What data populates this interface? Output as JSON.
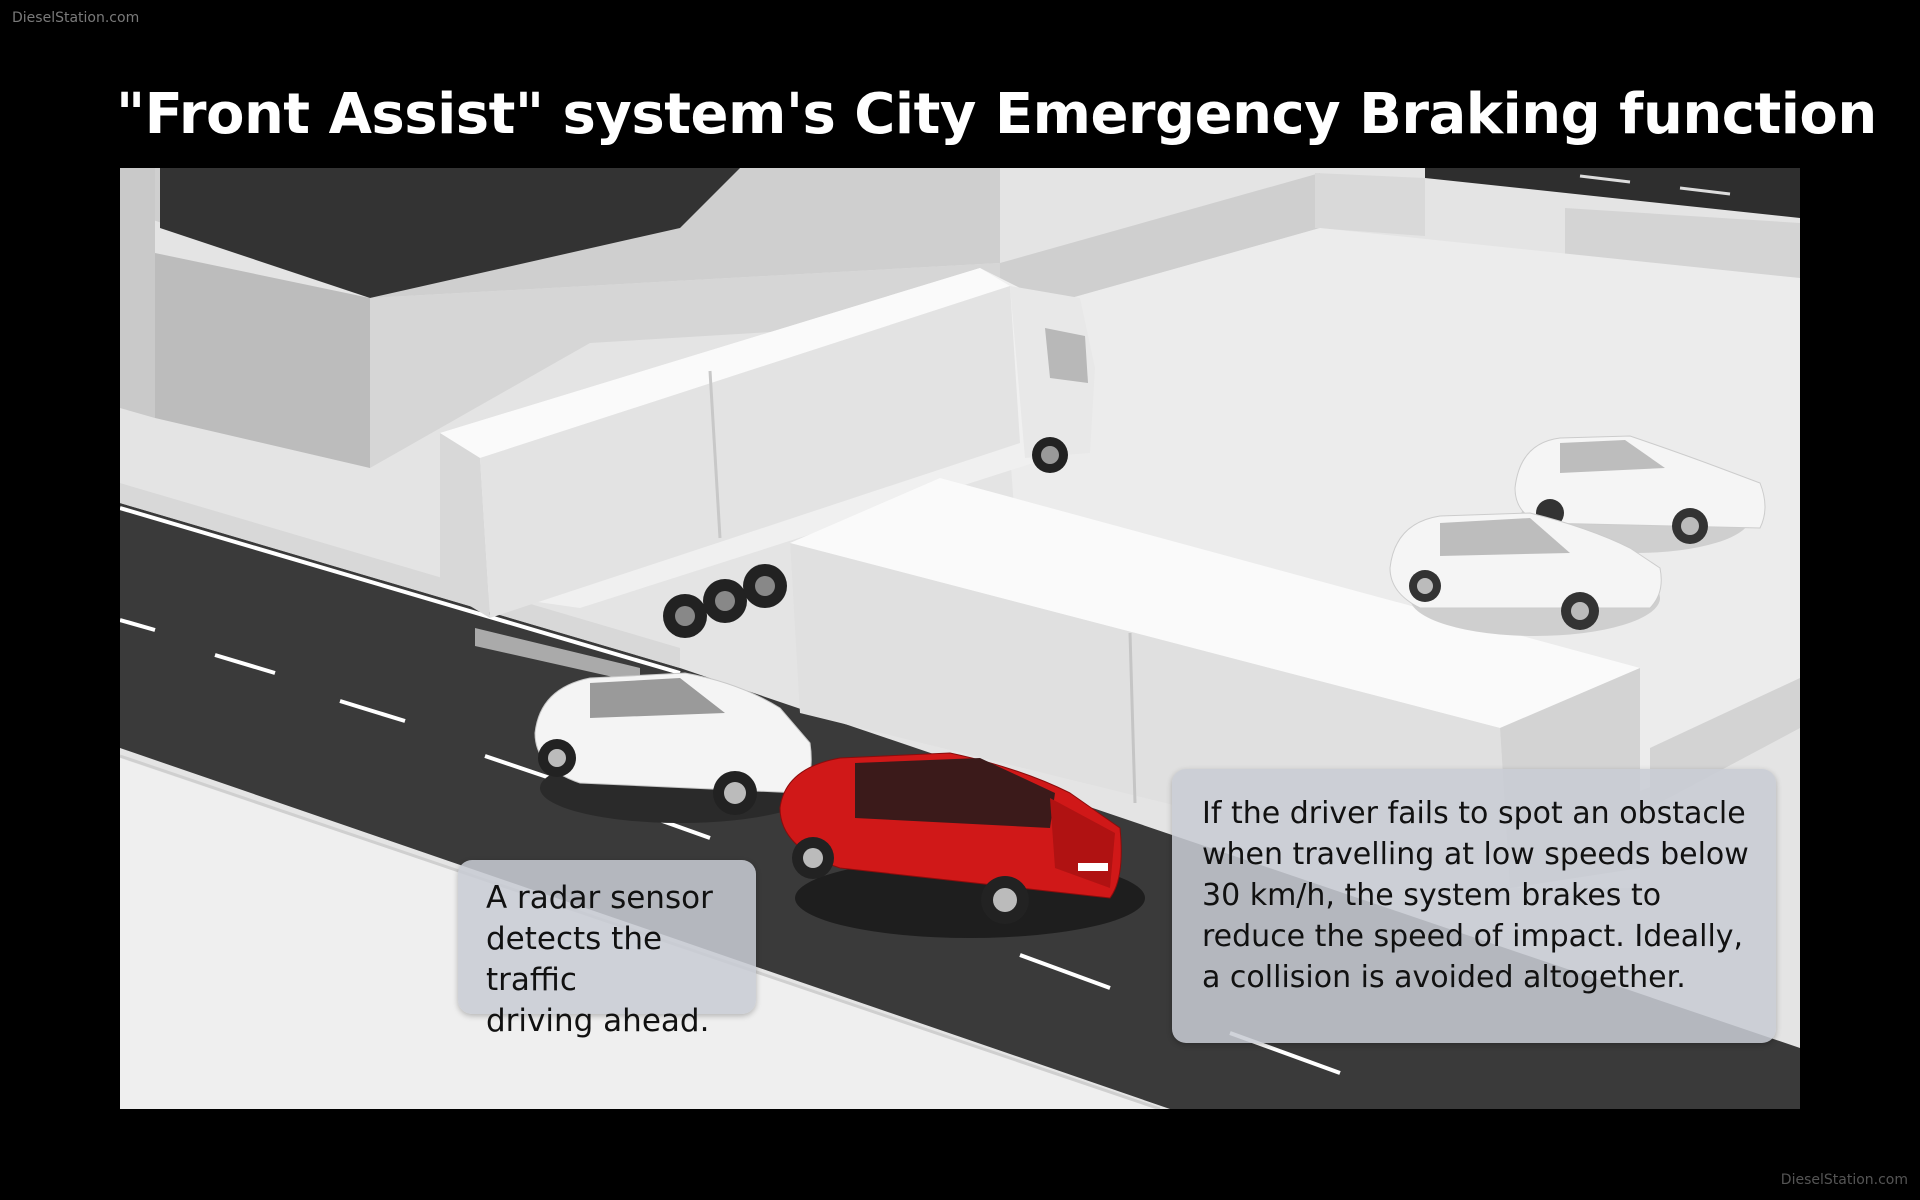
{
  "watermarks": {
    "top_left": "DieselStation.com",
    "bottom_right": "DieselStation.com"
  },
  "title": "\"Front Assist\" system's City Emergency Braking function",
  "callouts": {
    "radar": "A radar sensor\ndetects the traffic\ndriving ahead.",
    "braking": "If the driver fails to spot an obstacle\nwhen travelling at low speeds below\n30 km/h, the system brakes to\nreduce the speed of impact. Ideally,\na collision is avoided altogether."
  },
  "colors": {
    "background": "#000000",
    "road": "#3a3a3a",
    "ground": "#e6e6e6",
    "vehicle_white": "#f2f2f2",
    "vehicle_red": "#d01818",
    "callout_bg": "#c8ccd4"
  },
  "scene_objects": [
    "buildings",
    "lorry-rear",
    "lorry-front",
    "parked-car-1",
    "parked-car-2",
    "white-hatchback",
    "red-estate-car"
  ]
}
